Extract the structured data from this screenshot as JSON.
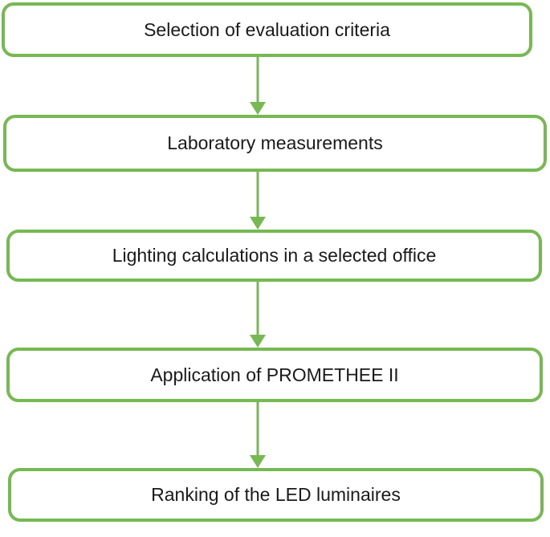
{
  "diagram": {
    "type": "flowchart",
    "direction": "top-down",
    "steps": [
      {
        "label": "Selection of evaluation criteria"
      },
      {
        "label": "Laboratory measurements"
      },
      {
        "label": "Lighting calculations in a selected office"
      },
      {
        "label": "Application of PROMETHEE II"
      },
      {
        "label": "Ranking of the LED luminaires"
      }
    ],
    "connections": [
      {
        "from": 1,
        "to": 2
      },
      {
        "from": 2,
        "to": 3
      },
      {
        "from": 3,
        "to": 4
      },
      {
        "from": 4,
        "to": 5
      }
    ],
    "colors": {
      "box_border": "#76b852",
      "arrow": "#76b852",
      "text": "#1a1a1a",
      "background": "#ffffff"
    }
  }
}
